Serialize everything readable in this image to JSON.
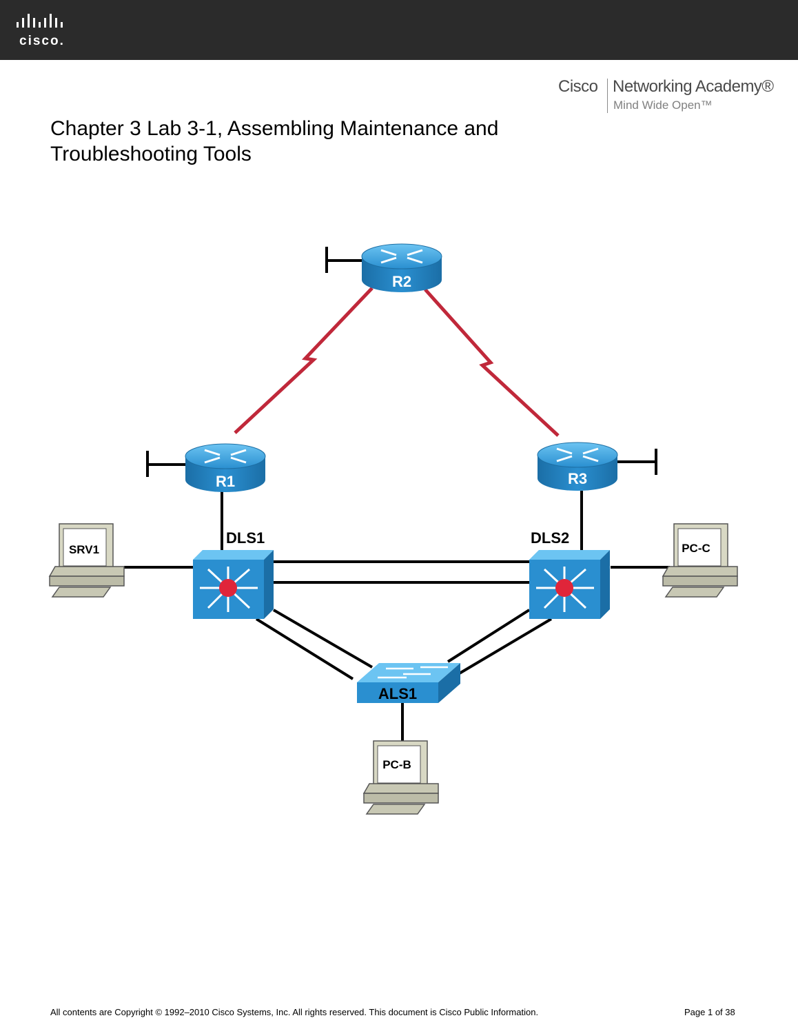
{
  "header": {
    "logo_text": "cisco.",
    "academy_brand": "Cisco",
    "academy_program": "Networking Academy®",
    "academy_tagline": "Mind Wide Open™"
  },
  "document": {
    "title_line1": "Chapter 3 Lab 3-1, Assembling Maintenance and",
    "title_line2": "Troubleshooting Tools"
  },
  "diagram": {
    "routers": [
      {
        "id": "R2",
        "label": "R2"
      },
      {
        "id": "R1",
        "label": "R1"
      },
      {
        "id": "R3",
        "label": "R3"
      }
    ],
    "multilayer_switches": [
      {
        "id": "DLS1",
        "label": "DLS1"
      },
      {
        "id": "DLS2",
        "label": "DLS2"
      }
    ],
    "access_switch": {
      "id": "ALS1",
      "label": "ALS1"
    },
    "hosts": [
      {
        "id": "SRV1",
        "label": "SRV1"
      },
      {
        "id": "PC-C",
        "label": "PC-C"
      },
      {
        "id": "PC-B",
        "label": "PC-B"
      }
    ],
    "colors": {
      "device_blue": "#2a8fd0",
      "device_dark": "#1d6ea3",
      "serial_link": "#c0283a",
      "ethernet_link": "#000000",
      "switch_center": "#e0253a",
      "host_beige": "#d8d8c4"
    }
  },
  "footer": {
    "copyright": "All contents are Copyright © 1992–2010 Cisco Systems, Inc. All rights reserved. This document is Cisco Public Information.",
    "page": "Page 1 of 38"
  }
}
